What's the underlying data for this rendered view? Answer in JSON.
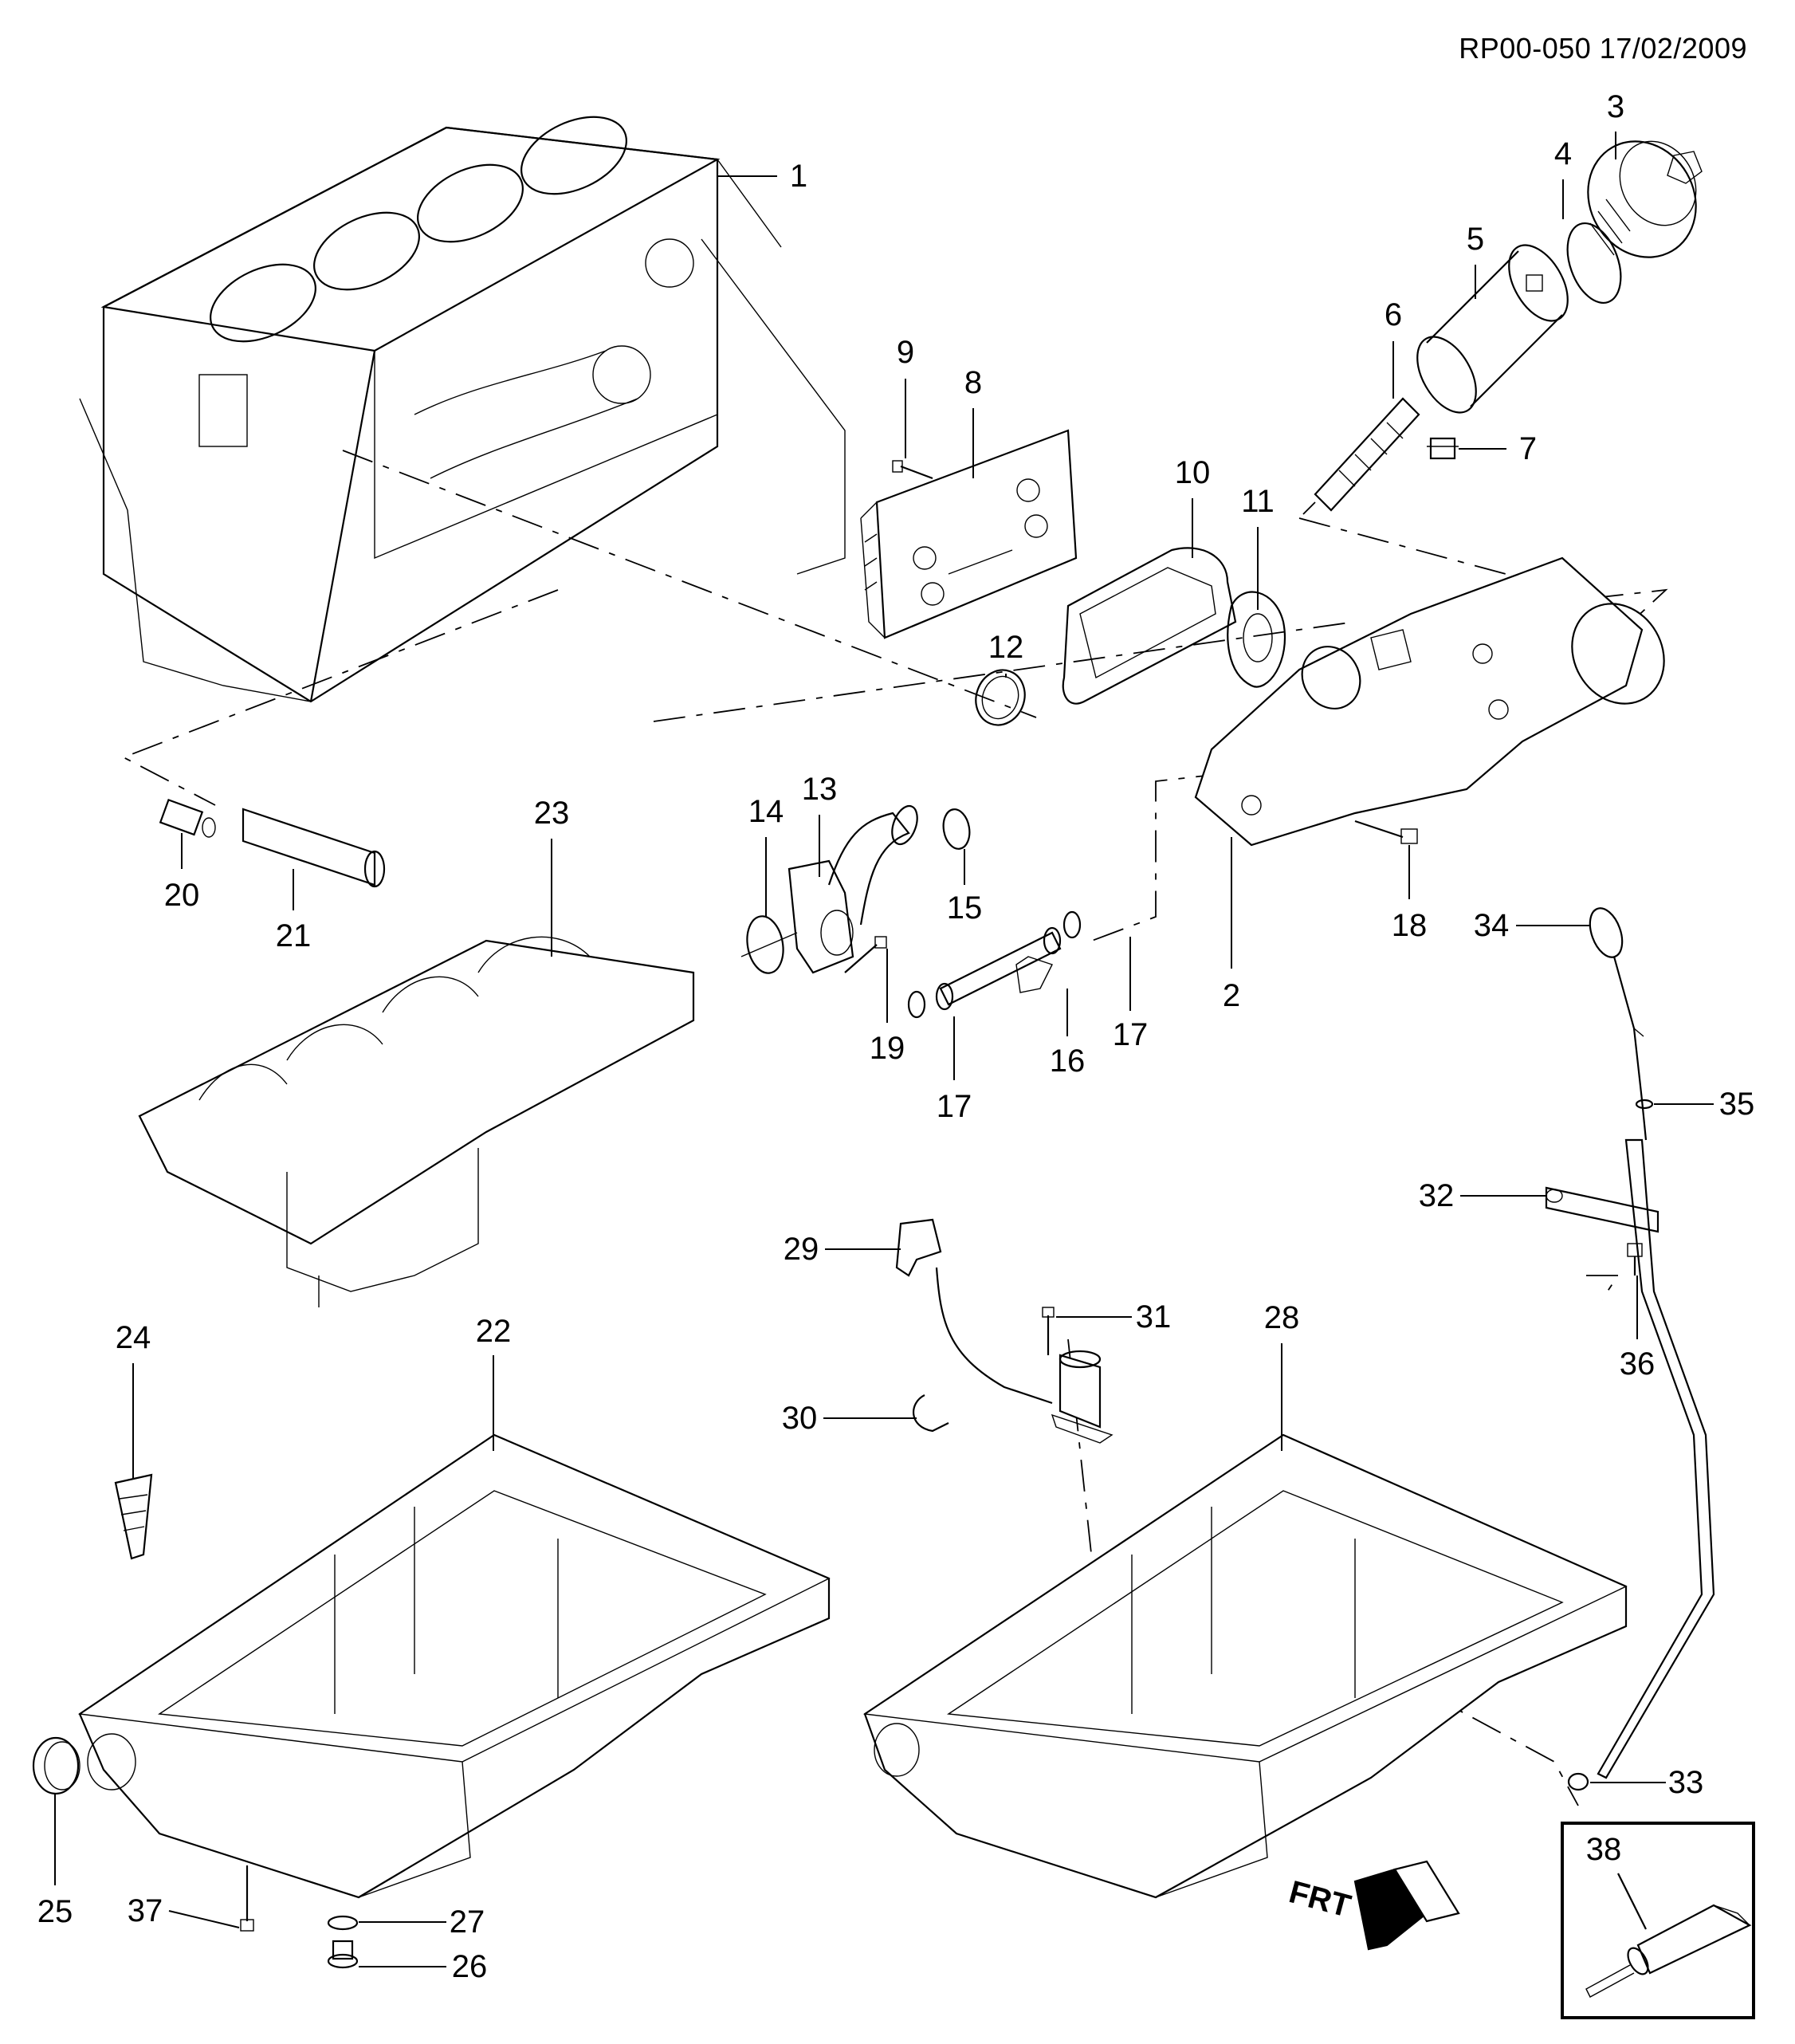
{
  "document": {
    "reference": "RP00-050 17/02/2009",
    "type": "exploded parts diagram",
    "subject": "Engine block, oil pan, oil filter housing and oil level components"
  },
  "callouts": [
    {
      "id": "1",
      "part": "cylinder-block"
    },
    {
      "id": "2",
      "part": "oil-filter-housing"
    },
    {
      "id": "3",
      "part": "oil-filter-cap"
    },
    {
      "id": "4",
      "part": "o-ring-seal"
    },
    {
      "id": "5",
      "part": "oil-filter-element"
    },
    {
      "id": "6",
      "part": "filter-center-pipe"
    },
    {
      "id": "7",
      "part": "drain-valve"
    },
    {
      "id": "8",
      "part": "oil-cooler"
    },
    {
      "id": "9",
      "part": "bolt"
    },
    {
      "id": "10",
      "part": "oil-cooler-gasket"
    },
    {
      "id": "11",
      "part": "gasket"
    },
    {
      "id": "12",
      "part": "seal-ring"
    },
    {
      "id": "13",
      "part": "oil-return-pipe"
    },
    {
      "id": "14",
      "part": "seal-ring"
    },
    {
      "id": "15",
      "part": "seal-ring"
    },
    {
      "id": "16",
      "part": "connecting-pipe"
    },
    {
      "id": "17a",
      "label": "17",
      "part": "seal-ring"
    },
    {
      "id": "17b",
      "label": "17",
      "part": "seal-ring"
    },
    {
      "id": "18",
      "part": "bolt"
    },
    {
      "id": "19",
      "part": "bolt"
    },
    {
      "id": "20",
      "part": "oil-pressure-switch"
    },
    {
      "id": "21",
      "part": "sleeve"
    },
    {
      "id": "22",
      "part": "oil-pan-upper"
    },
    {
      "id": "23",
      "part": "baffle-plate"
    },
    {
      "id": "24",
      "part": "oil-strainer"
    },
    {
      "id": "25",
      "part": "seal"
    },
    {
      "id": "26",
      "part": "drain-plug"
    },
    {
      "id": "27",
      "part": "washer"
    },
    {
      "id": "28",
      "part": "oil-pan"
    },
    {
      "id": "29",
      "part": "oil-level-sensor-connector"
    },
    {
      "id": "30",
      "part": "clip"
    },
    {
      "id": "31",
      "part": "bolt"
    },
    {
      "id": "32",
      "part": "bracket"
    },
    {
      "id": "33",
      "part": "o-ring"
    },
    {
      "id": "34",
      "part": "oil-dipstick"
    },
    {
      "id": "35",
      "part": "o-ring"
    },
    {
      "id": "36",
      "part": "bolt"
    },
    {
      "id": "37",
      "part": "bolt"
    },
    {
      "id": "38",
      "part": "sealant-tube"
    }
  ],
  "labels": {
    "c1": "1",
    "c2": "2",
    "c3": "3",
    "c4": "4",
    "c5": "5",
    "c6": "6",
    "c7": "7",
    "c8": "8",
    "c9": "9",
    "c10": "10",
    "c11": "11",
    "c12": "12",
    "c13": "13",
    "c14": "14",
    "c15": "15",
    "c16": "16",
    "c17a": "17",
    "c17b": "17",
    "c18": "18",
    "c19": "19",
    "c20": "20",
    "c21": "21",
    "c22": "22",
    "c23": "23",
    "c24": "24",
    "c25": "25",
    "c26": "26",
    "c27": "27",
    "c28": "28",
    "c29": "29",
    "c30": "30",
    "c31": "31",
    "c32": "32",
    "c33": "33",
    "c34": "34",
    "c35": "35",
    "c36": "36",
    "c37": "37",
    "c38": "38"
  },
  "orientation_marker": {
    "text": "FRT",
    "icon": "front-arrow-icon"
  }
}
